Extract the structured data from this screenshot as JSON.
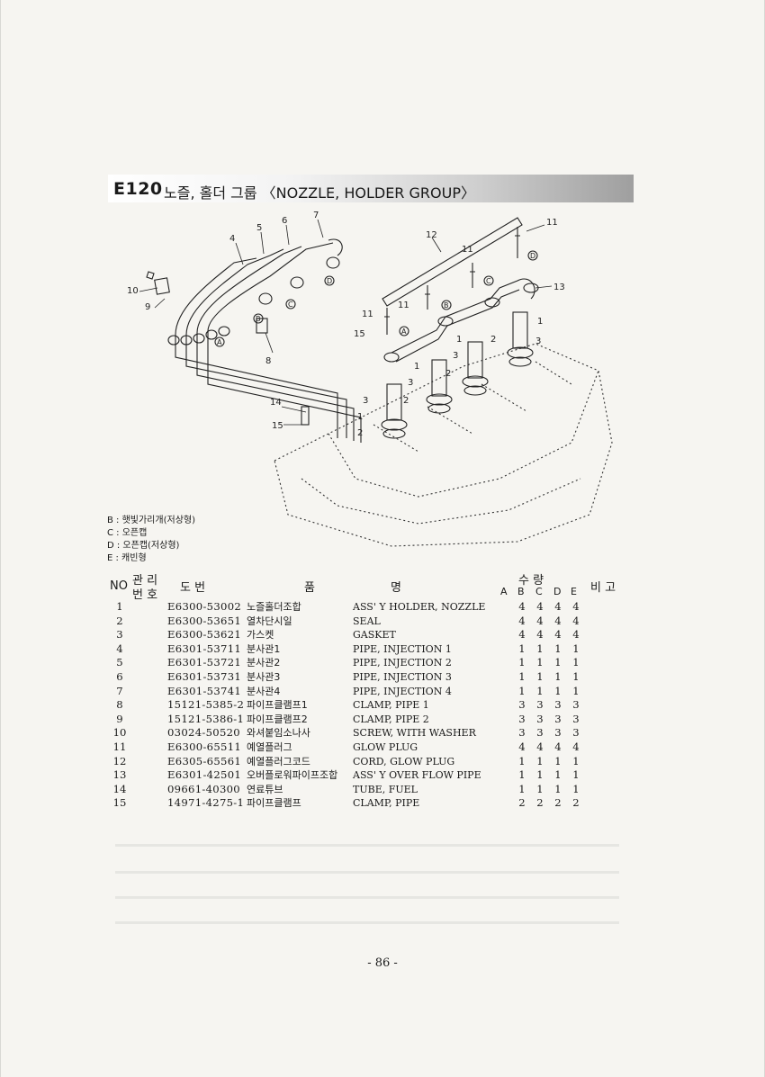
{
  "section": {
    "code": "E120",
    "title": "노즐, 홀더 그룹 〈NOZZLE, HOLDER GROUP〉"
  },
  "diagram": {
    "callouts": [
      "1",
      "2",
      "3",
      "4",
      "5",
      "6",
      "7",
      "8",
      "9",
      "10",
      "11",
      "12",
      "13",
      "14",
      "15"
    ],
    "circled": [
      "A",
      "B",
      "C",
      "D"
    ]
  },
  "legend": [
    "B : 햇빛가리개(저상형)",
    "C : 오픈캡",
    "D : 오픈캡(저상형)",
    "E : 캐빈형"
  ],
  "table": {
    "headers": {
      "no": "NO",
      "mgmt_top": "관 리",
      "mgmt_bottom": "번 호",
      "drawing": "도   번",
      "name_left": "품",
      "name_right": "명",
      "qty": "수     량",
      "qty_cols": [
        "A",
        "B",
        "C",
        "D",
        "E"
      ],
      "remark": "비 고"
    },
    "rows": [
      {
        "no": "1",
        "code": "E6300-53002",
        "kor": "노즐홀더조합",
        "eng": "ASS' Y HOLDER, NOZZLE",
        "q": [
          "4",
          "4",
          "4",
          "4"
        ]
      },
      {
        "no": "2",
        "code": "E6300-53651",
        "kor": "열차단시일",
        "eng": "SEAL",
        "q": [
          "4",
          "4",
          "4",
          "4"
        ]
      },
      {
        "no": "3",
        "code": "E6300-53621",
        "kor": "가스켓",
        "eng": "GASKET",
        "q": [
          "4",
          "4",
          "4",
          "4"
        ]
      },
      {
        "no": "4",
        "code": "E6301-53711",
        "kor": "분사관1",
        "eng": "PIPE, INJECTION 1",
        "q": [
          "1",
          "1",
          "1",
          "1"
        ]
      },
      {
        "no": "5",
        "code": "E6301-53721",
        "kor": "분사관2",
        "eng": "PIPE, INJECTION 2",
        "q": [
          "1",
          "1",
          "1",
          "1"
        ]
      },
      {
        "no": "6",
        "code": "E6301-53731",
        "kor": "분사관3",
        "eng": "PIPE, INJECTION 3",
        "q": [
          "1",
          "1",
          "1",
          "1"
        ]
      },
      {
        "no": "7",
        "code": "E6301-53741",
        "kor": "분사관4",
        "eng": "PIPE, INJECTION 4",
        "q": [
          "1",
          "1",
          "1",
          "1"
        ]
      },
      {
        "no": "8",
        "code": "15121-5385-2",
        "kor": "파이프클램프1",
        "eng": "CLAMP, PIPE 1",
        "q": [
          "3",
          "3",
          "3",
          "3"
        ]
      },
      {
        "no": "9",
        "code": "15121-5386-1",
        "kor": "파이프클램프2",
        "eng": "CLAMP, PIPE 2",
        "q": [
          "3",
          "3",
          "3",
          "3"
        ]
      },
      {
        "no": "10",
        "code": "03024-50520",
        "kor": "와셔붙임소나사",
        "eng": "SCREW, WITH WASHER",
        "q": [
          "3",
          "3",
          "3",
          "3"
        ]
      },
      {
        "no": "11",
        "code": "E6300-65511",
        "kor": "예열플러그",
        "eng": "GLOW PLUG",
        "q": [
          "4",
          "4",
          "4",
          "4"
        ]
      },
      {
        "no": "12",
        "code": "E6305-65561",
        "kor": "예열플러그코드",
        "eng": "CORD, GLOW PLUG",
        "q": [
          "1",
          "1",
          "1",
          "1"
        ]
      },
      {
        "no": "13",
        "code": "E6301-42501",
        "kor": "오버플로워파이프조합",
        "eng": "ASS' Y OVER FLOW PIPE",
        "q": [
          "1",
          "1",
          "1",
          "1"
        ]
      },
      {
        "no": "14",
        "code": "09661-40300",
        "kor": "연료튜브",
        "eng": "TUBE, FUEL",
        "q": [
          "1",
          "1",
          "1",
          "1"
        ]
      },
      {
        "no": "15",
        "code": "14971-4275-1",
        "kor": "파이프클램프",
        "eng": "CLAMP, PIPE",
        "q": [
          "2",
          "2",
          "2",
          "2"
        ]
      }
    ]
  },
  "page_number": "- 86 -"
}
